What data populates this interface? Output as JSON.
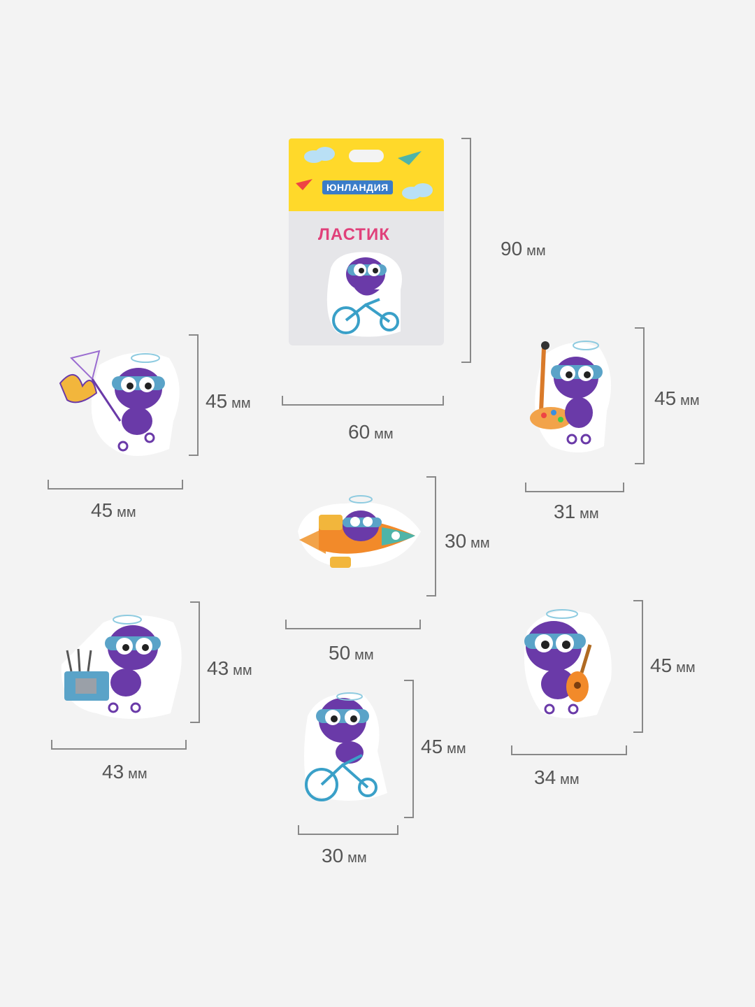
{
  "package": {
    "brand": "ЮНЛАНДИЯ",
    "title": "ЛАСТИК"
  },
  "dimensions": [
    {
      "value": "90",
      "unit": "мм"
    },
    {
      "value": "60",
      "unit": "мм"
    },
    {
      "value": "45",
      "unit": "мм"
    },
    {
      "value": "45",
      "unit": "мм"
    },
    {
      "value": "45",
      "unit": "мм"
    },
    {
      "value": "31",
      "unit": "мм"
    },
    {
      "value": "30",
      "unit": "мм"
    },
    {
      "value": "50",
      "unit": "мм"
    },
    {
      "value": "43",
      "unit": "мм"
    },
    {
      "value": "43",
      "unit": "мм"
    },
    {
      "value": "45",
      "unit": "мм"
    },
    {
      "value": "34",
      "unit": "мм"
    },
    {
      "value": "45",
      "unit": "мм"
    },
    {
      "value": "30",
      "unit": "мм"
    }
  ],
  "erasers": [
    {
      "name": "butterfly-net-eraser"
    },
    {
      "name": "painter-eraser"
    },
    {
      "name": "rocket-eraser"
    },
    {
      "name": "toolbox-eraser"
    },
    {
      "name": "guitar-eraser"
    },
    {
      "name": "bicycle-eraser"
    }
  ],
  "colors": {
    "character": "#6a3aa8",
    "goggles": "#5aa3c8",
    "package_yellow": "#ffd92a",
    "package_title": "#e0407a"
  }
}
